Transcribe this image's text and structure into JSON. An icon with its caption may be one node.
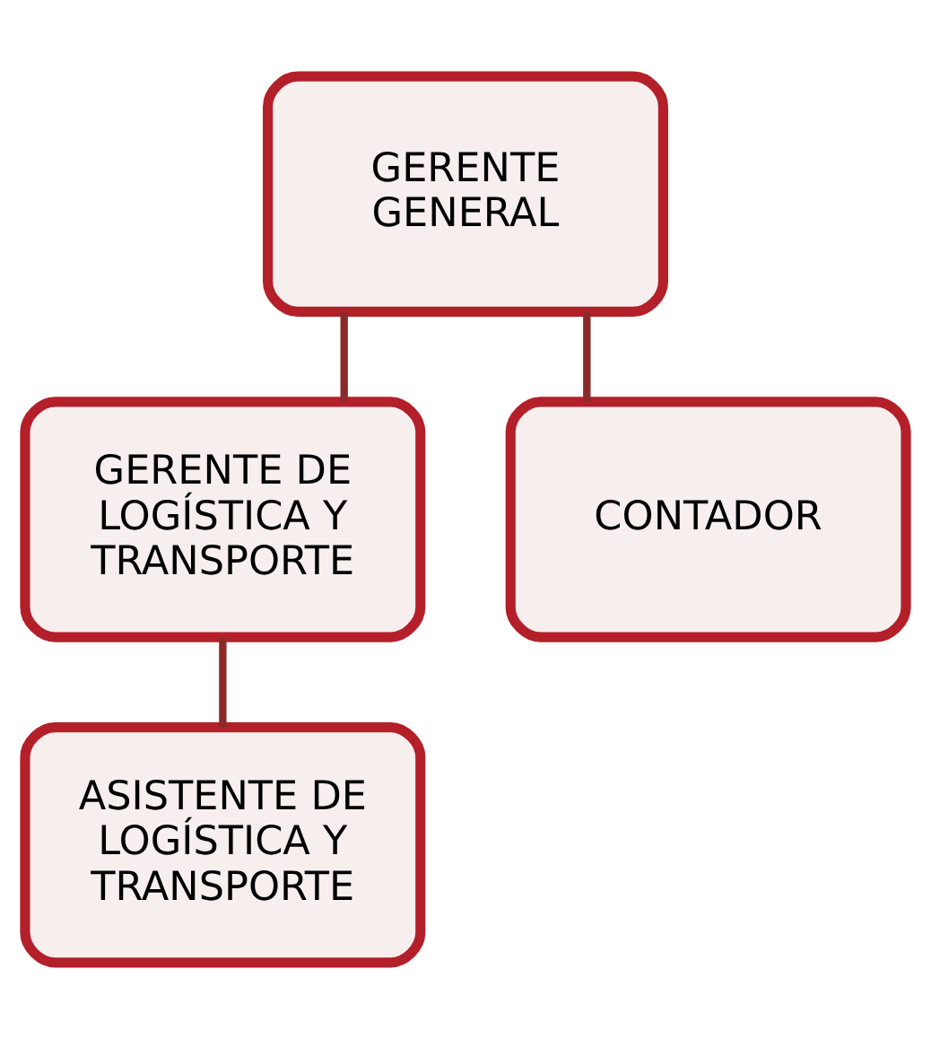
{
  "diagram": {
    "nodes": [
      {
        "text": [
          "GERENTE GENERAL"
        ]
      },
      {
        "text": [
          "GERENTE DE LOGÍSTICA Y TRANSPORTE"
        ]
      },
      {
        "text": [
          "CONTADOR"
        ]
      },
      {
        "text": [
          "ASISTENTE DE LOGÍSTICA Y TRANSPORTE"
        ]
      }
    ],
    "edges": [
      {
        "from": 0,
        "to": 1,
        "arrow": "none"
      },
      {
        "from": 0,
        "to": 2,
        "arrow": "none"
      },
      {
        "from": 1,
        "to": 3,
        "arrow": "none"
      }
    ]
  }
}
